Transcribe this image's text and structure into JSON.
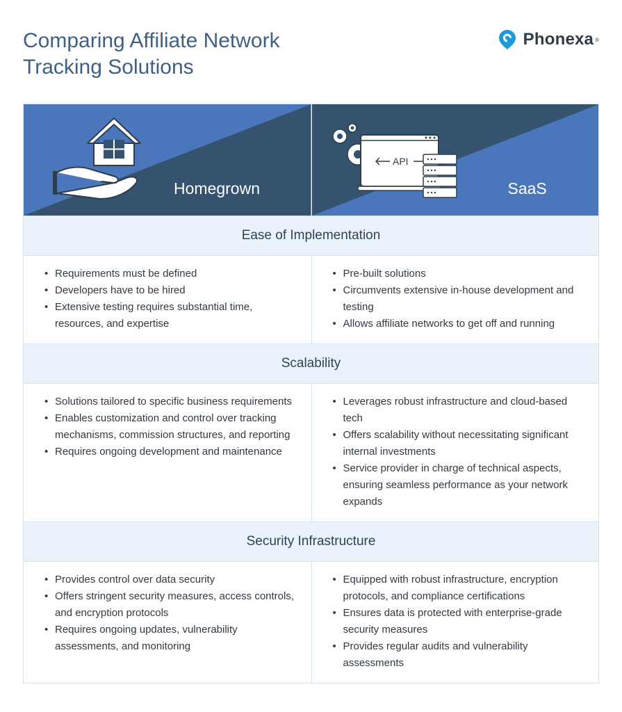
{
  "title": {
    "line1": "Comparing Affiliate Network",
    "line2": "Tracking Solutions"
  },
  "logo": {
    "name": "Phonexa",
    "reg": "®",
    "icon": "location-pin-icon",
    "color": "#1e9ad6"
  },
  "colors": {
    "dark_blue": "#35536f",
    "mid_blue": "#4a77bb",
    "light_section": "#eaf3fc"
  },
  "header": {
    "left_label": "Homegrown",
    "right_label": "SaaS",
    "left_icon": "house-in-hand-icon",
    "right_icon": "api-server-icon",
    "api_label": "API"
  },
  "sections": [
    {
      "title": "Ease of Implementation",
      "homegrown": [
        "Requirements must be defined",
        "Developers have to be hired",
        "Extensive testing requires substantial time, resources, and expertise"
      ],
      "saas": [
        "Pre-built solutions",
        "Circumvents extensive in-house development and testing",
        "Allows affiliate networks to get off and running"
      ]
    },
    {
      "title": "Scalability",
      "homegrown": [
        "Solutions tailored to specific business requirements",
        "Enables customization and control over tracking mechanisms, commission structures, and reporting",
        "Requires ongoing development and maintenance"
      ],
      "saas": [
        "Leverages robust infrastructure and cloud-based tech",
        "Offers scalability without necessitating significant internal investments",
        "Service provider in charge of technical aspects, ensuring seamless performance as your network expands"
      ]
    },
    {
      "title": "Security Infrastructure",
      "homegrown": [
        "Provides control over data security",
        "Offers stringent security measures, access controls, and encryption protocols",
        "Requires ongoing updates, vulnerability assessments, and monitoring"
      ],
      "saas": [
        "Equipped with robust infrastructure, encryption protocols, and compliance certifications",
        "Ensures data is protected with enterprise-grade security measures",
        "Provides regular audits and vulnerability assessments"
      ]
    }
  ]
}
